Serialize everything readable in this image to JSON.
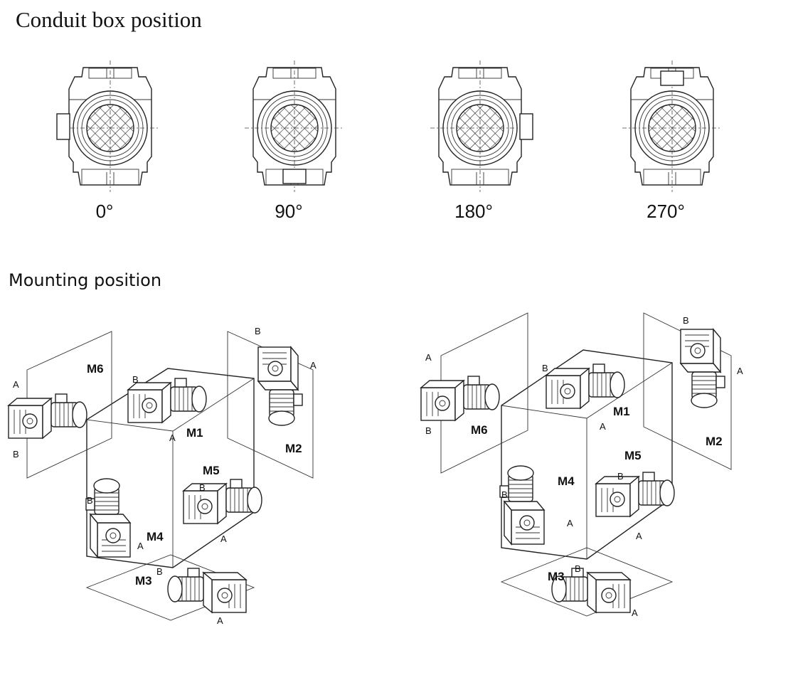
{
  "sections": {
    "conduit_title": "Conduit box position",
    "mounting_title": "Mounting position"
  },
  "conduit_angles": [
    "0°",
    "90°",
    "180°",
    "270°"
  ],
  "left_diagram": {
    "m6": "M6",
    "m1": "M1",
    "m2": "M2",
    "m5": "M5",
    "m4": "M4",
    "m3": "M3",
    "m6_a": "A",
    "m6_b": "B",
    "m1_a": "A",
    "m1_b": "B",
    "m2_a": "A",
    "m2_b": "B",
    "m5_b": "B",
    "m5_a": "A",
    "m4_a": "A",
    "m4_b": "B",
    "m3_a": "A",
    "m3_b": "B"
  },
  "right_diagram": {
    "m6": "M6",
    "m1": "M1",
    "m2": "M2",
    "m5": "M5",
    "m4": "M4",
    "m3": "M3",
    "m6_a": "A",
    "m6_b": "B",
    "m1_a": "A",
    "m1_b": "B",
    "m2_a": "A",
    "m2_b": "B",
    "m5_b": "B",
    "m5_a": "A",
    "m4_a": "A",
    "m4_b": "B",
    "m3_a": "A",
    "m3_b": "B"
  }
}
